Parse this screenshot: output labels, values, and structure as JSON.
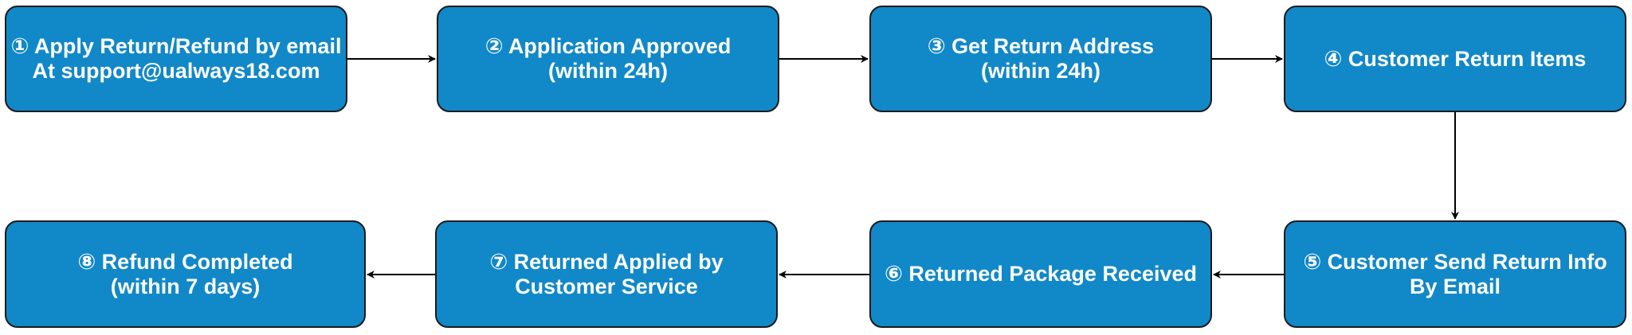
{
  "colors": {
    "box_fill": "#1188c8",
    "box_border": "#1a1a1a",
    "text": "#ffffff",
    "arrow": "#000000"
  },
  "steps": [
    {
      "line1": "① Apply Return/Refund by email",
      "line2": "At support@ualways18.com"
    },
    {
      "line1": "② Application Approved",
      "line2": "(within 24h)"
    },
    {
      "line1": "③ Get Return Address",
      "line2": "(within 24h)"
    },
    {
      "line1": "④ Customer Return Items",
      "line2": ""
    },
    {
      "line1": "⑤ Customer Send Return Info",
      "line2": "By Email"
    },
    {
      "line1": "⑥ Returned Package Received",
      "line2": ""
    },
    {
      "line1": "⑦ Returned Applied by",
      "line2": "Customer Service"
    },
    {
      "line1": "⑧ Refund Completed",
      "line2": "(within 7 days)"
    }
  ]
}
